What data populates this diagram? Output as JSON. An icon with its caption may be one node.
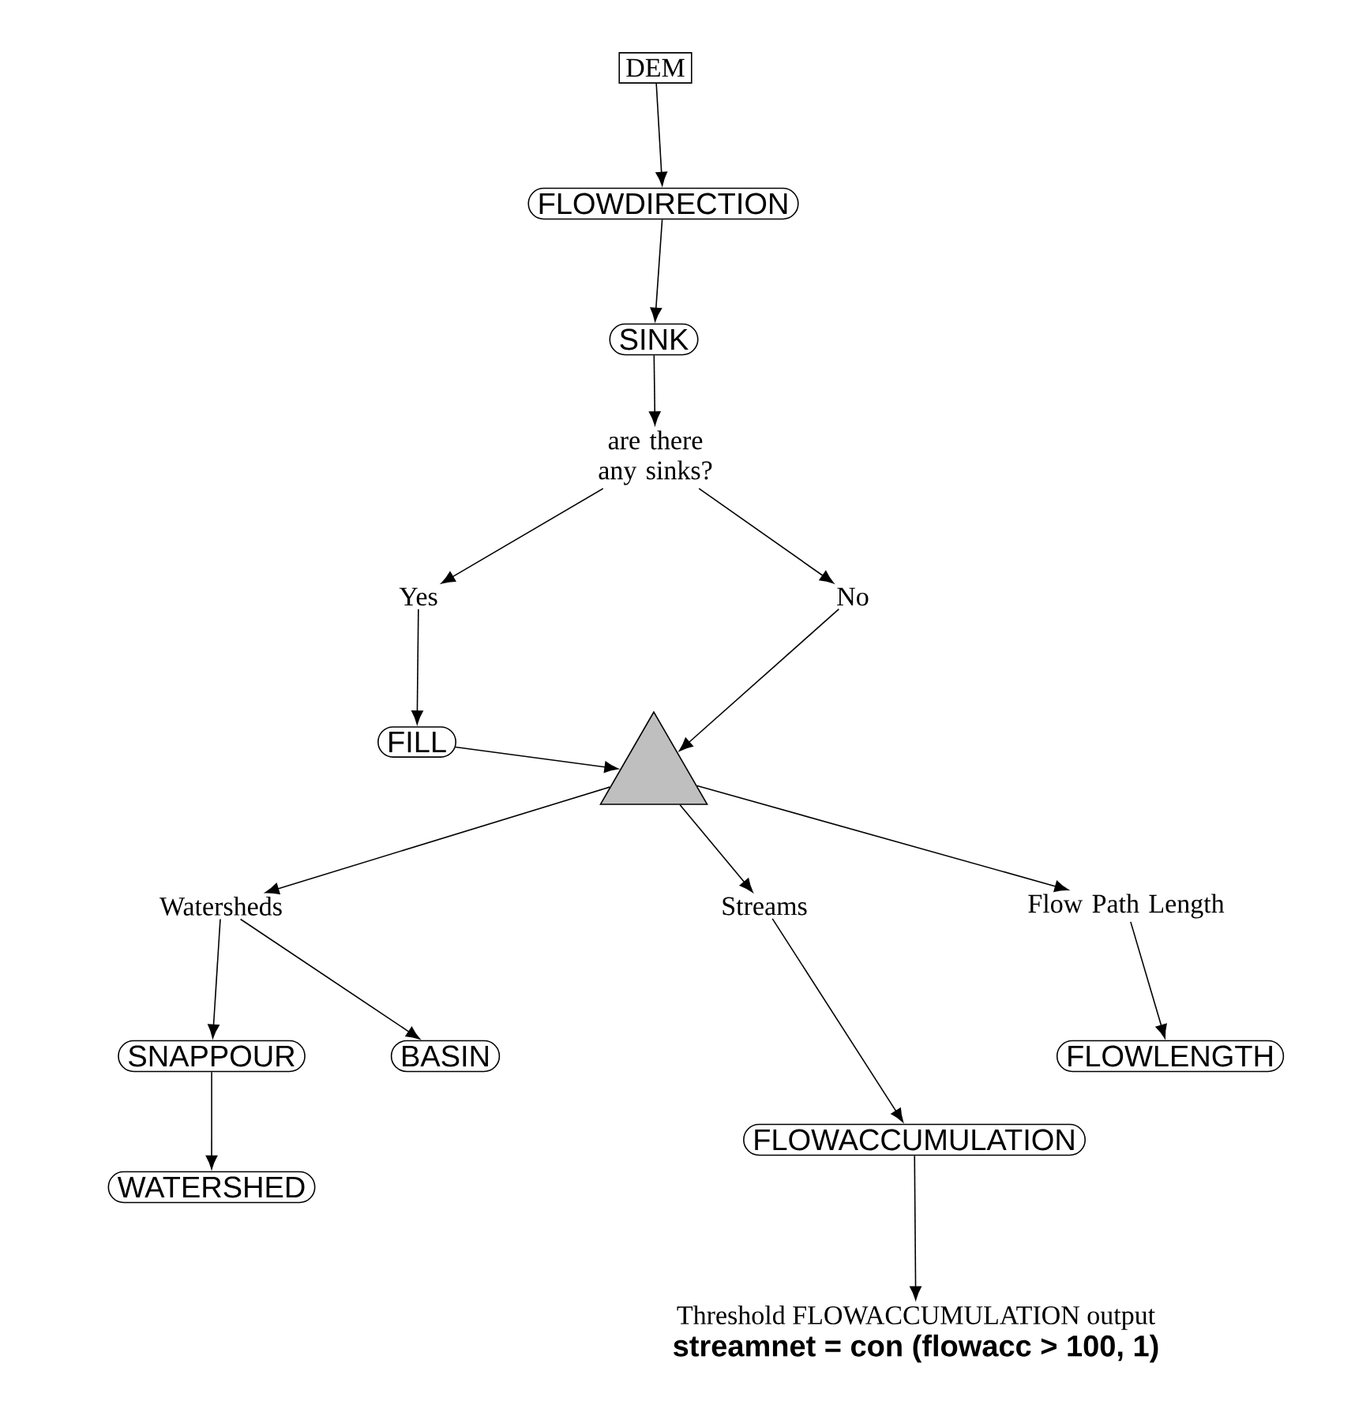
{
  "diagram": {
    "nodes": [
      {
        "text": [
          "DEM"
        ]
      },
      {
        "text": [
          "FLOWDIRECTION"
        ]
      },
      {
        "text": [
          "SINK"
        ]
      },
      {
        "text": [
          "are there any sinks?"
        ]
      },
      {
        "text": [
          "Yes"
        ]
      },
      {
        "text": [
          "No"
        ]
      },
      {
        "text": [
          "FILL"
        ]
      },
      {
        "text": [],
        "shape": "triangle"
      },
      {
        "text": [
          "Watersheds"
        ]
      },
      {
        "text": [
          "Streams"
        ]
      },
      {
        "text": [
          "Flow Path Length"
        ]
      },
      {
        "text": [
          "SNAPPOUR"
        ]
      },
      {
        "text": [
          "BASIN"
        ]
      },
      {
        "text": [
          "WATERSHED"
        ]
      },
      {
        "text": [
          "FLOWACCUMULATION"
        ]
      },
      {
        "text": [
          "FLOWLENGTH"
        ]
      },
      {
        "text": [
          "Threshold FLOWACCUMULATION output",
          "streamnet = con (flowacc > 100, 1)"
        ]
      }
    ],
    "edges": [
      {
        "from": 0,
        "to": 1,
        "arrow": "to"
      },
      {
        "from": 1,
        "to": 2,
        "arrow": "to"
      },
      {
        "from": 2,
        "to": 3,
        "arrow": "to"
      },
      {
        "from": 3,
        "to": 4,
        "arrow": "to"
      },
      {
        "from": 3,
        "to": 5,
        "arrow": "to"
      },
      {
        "from": 4,
        "to": 6,
        "arrow": "to"
      },
      {
        "from": 6,
        "to": 7,
        "arrow": "to"
      },
      {
        "from": 5,
        "to": 7,
        "arrow": "to"
      },
      {
        "from": 7,
        "to": 8,
        "arrow": "to"
      },
      {
        "from": 7,
        "to": 9,
        "arrow": "to"
      },
      {
        "from": 7,
        "to": 10,
        "arrow": "to"
      },
      {
        "from": 8,
        "to": 11,
        "arrow": "to"
      },
      {
        "from": 8,
        "to": 12,
        "arrow": "to"
      },
      {
        "from": 11,
        "to": 13,
        "arrow": "to"
      },
      {
        "from": 9,
        "to": 14,
        "arrow": "to"
      },
      {
        "from": 10,
        "to": 15,
        "arrow": "to"
      },
      {
        "from": 14,
        "to": 16,
        "arrow": "to"
      }
    ]
  }
}
